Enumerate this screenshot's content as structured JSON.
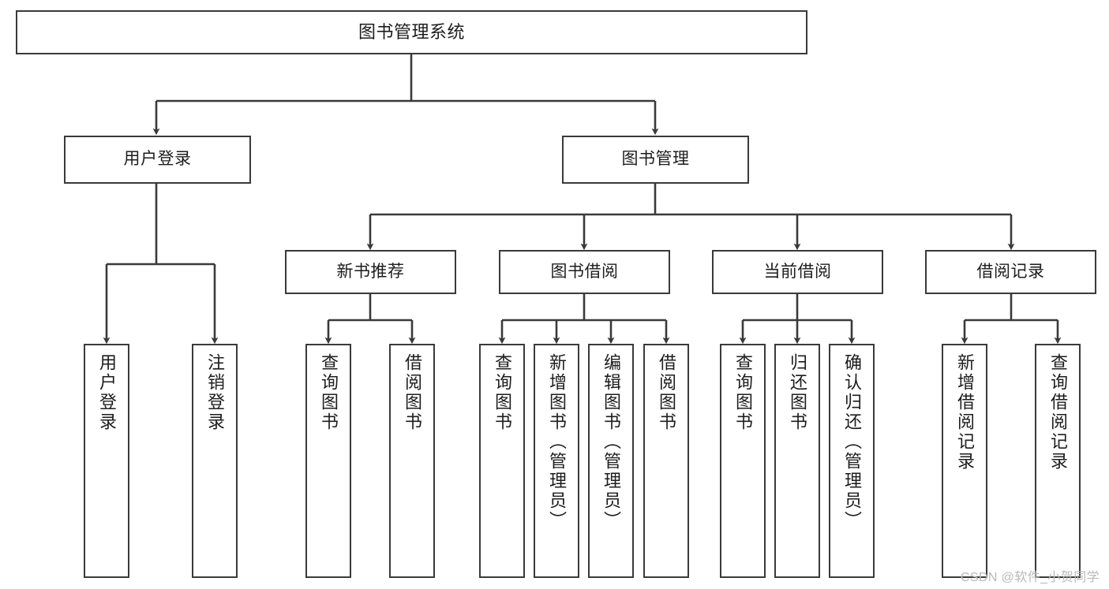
{
  "diagram": {
    "type": "tree",
    "title": "图书管理系统",
    "watermark": "CSDN @软件_小贺同学",
    "colors": {
      "box_border": "#3a3a3a",
      "box_fill": "#ffffff",
      "connector": "#3a3a3a",
      "text": "#1d1d1d",
      "watermark": "#b9b9b9",
      "background": "#ffffff"
    },
    "nodes": {
      "root": {
        "label": "图书管理系统"
      },
      "level1": [
        {
          "id": "user-login",
          "label": "用户登录"
        },
        {
          "id": "book-manage",
          "label": "图书管理"
        }
      ],
      "level2": [
        {
          "id": "new-book-recommend",
          "label": "新书推荐",
          "parent": "book-manage"
        },
        {
          "id": "book-borrow",
          "label": "图书借阅",
          "parent": "book-manage"
        },
        {
          "id": "current-borrow",
          "label": "当前借阅",
          "parent": "book-manage"
        },
        {
          "id": "borrow-record",
          "label": "借阅记录",
          "parent": "book-manage"
        }
      ],
      "leaves": [
        {
          "id": "leaf-user-login",
          "label": "用户登录",
          "parent": "user-login"
        },
        {
          "id": "leaf-user-logout",
          "label": "注销登录",
          "parent": "user-login"
        },
        {
          "id": "leaf-query-book-1",
          "label": "查询图书",
          "parent": "new-book-recommend"
        },
        {
          "id": "leaf-borrow-book-1",
          "label": "借阅图书",
          "parent": "new-book-recommend"
        },
        {
          "id": "leaf-query-book-2",
          "label": "查询图书",
          "parent": "book-borrow"
        },
        {
          "id": "leaf-add-book",
          "label": "新增图书（管理员）",
          "parent": "book-borrow"
        },
        {
          "id": "leaf-edit-book",
          "label": "编辑图书（管理员）",
          "parent": "book-borrow"
        },
        {
          "id": "leaf-borrow-book-2",
          "label": "借阅图书",
          "parent": "book-borrow"
        },
        {
          "id": "leaf-query-book-3",
          "label": "查询图书",
          "parent": "current-borrow"
        },
        {
          "id": "leaf-return-book",
          "label": "归还图书",
          "parent": "current-borrow"
        },
        {
          "id": "leaf-confirm-return",
          "label": "确认归还（管理员）",
          "parent": "current-borrow"
        },
        {
          "id": "leaf-add-record",
          "label": "新增借阅记录",
          "parent": "borrow-record"
        },
        {
          "id": "leaf-query-record",
          "label": "查询借阅记录",
          "parent": "borrow-record"
        }
      ]
    }
  }
}
